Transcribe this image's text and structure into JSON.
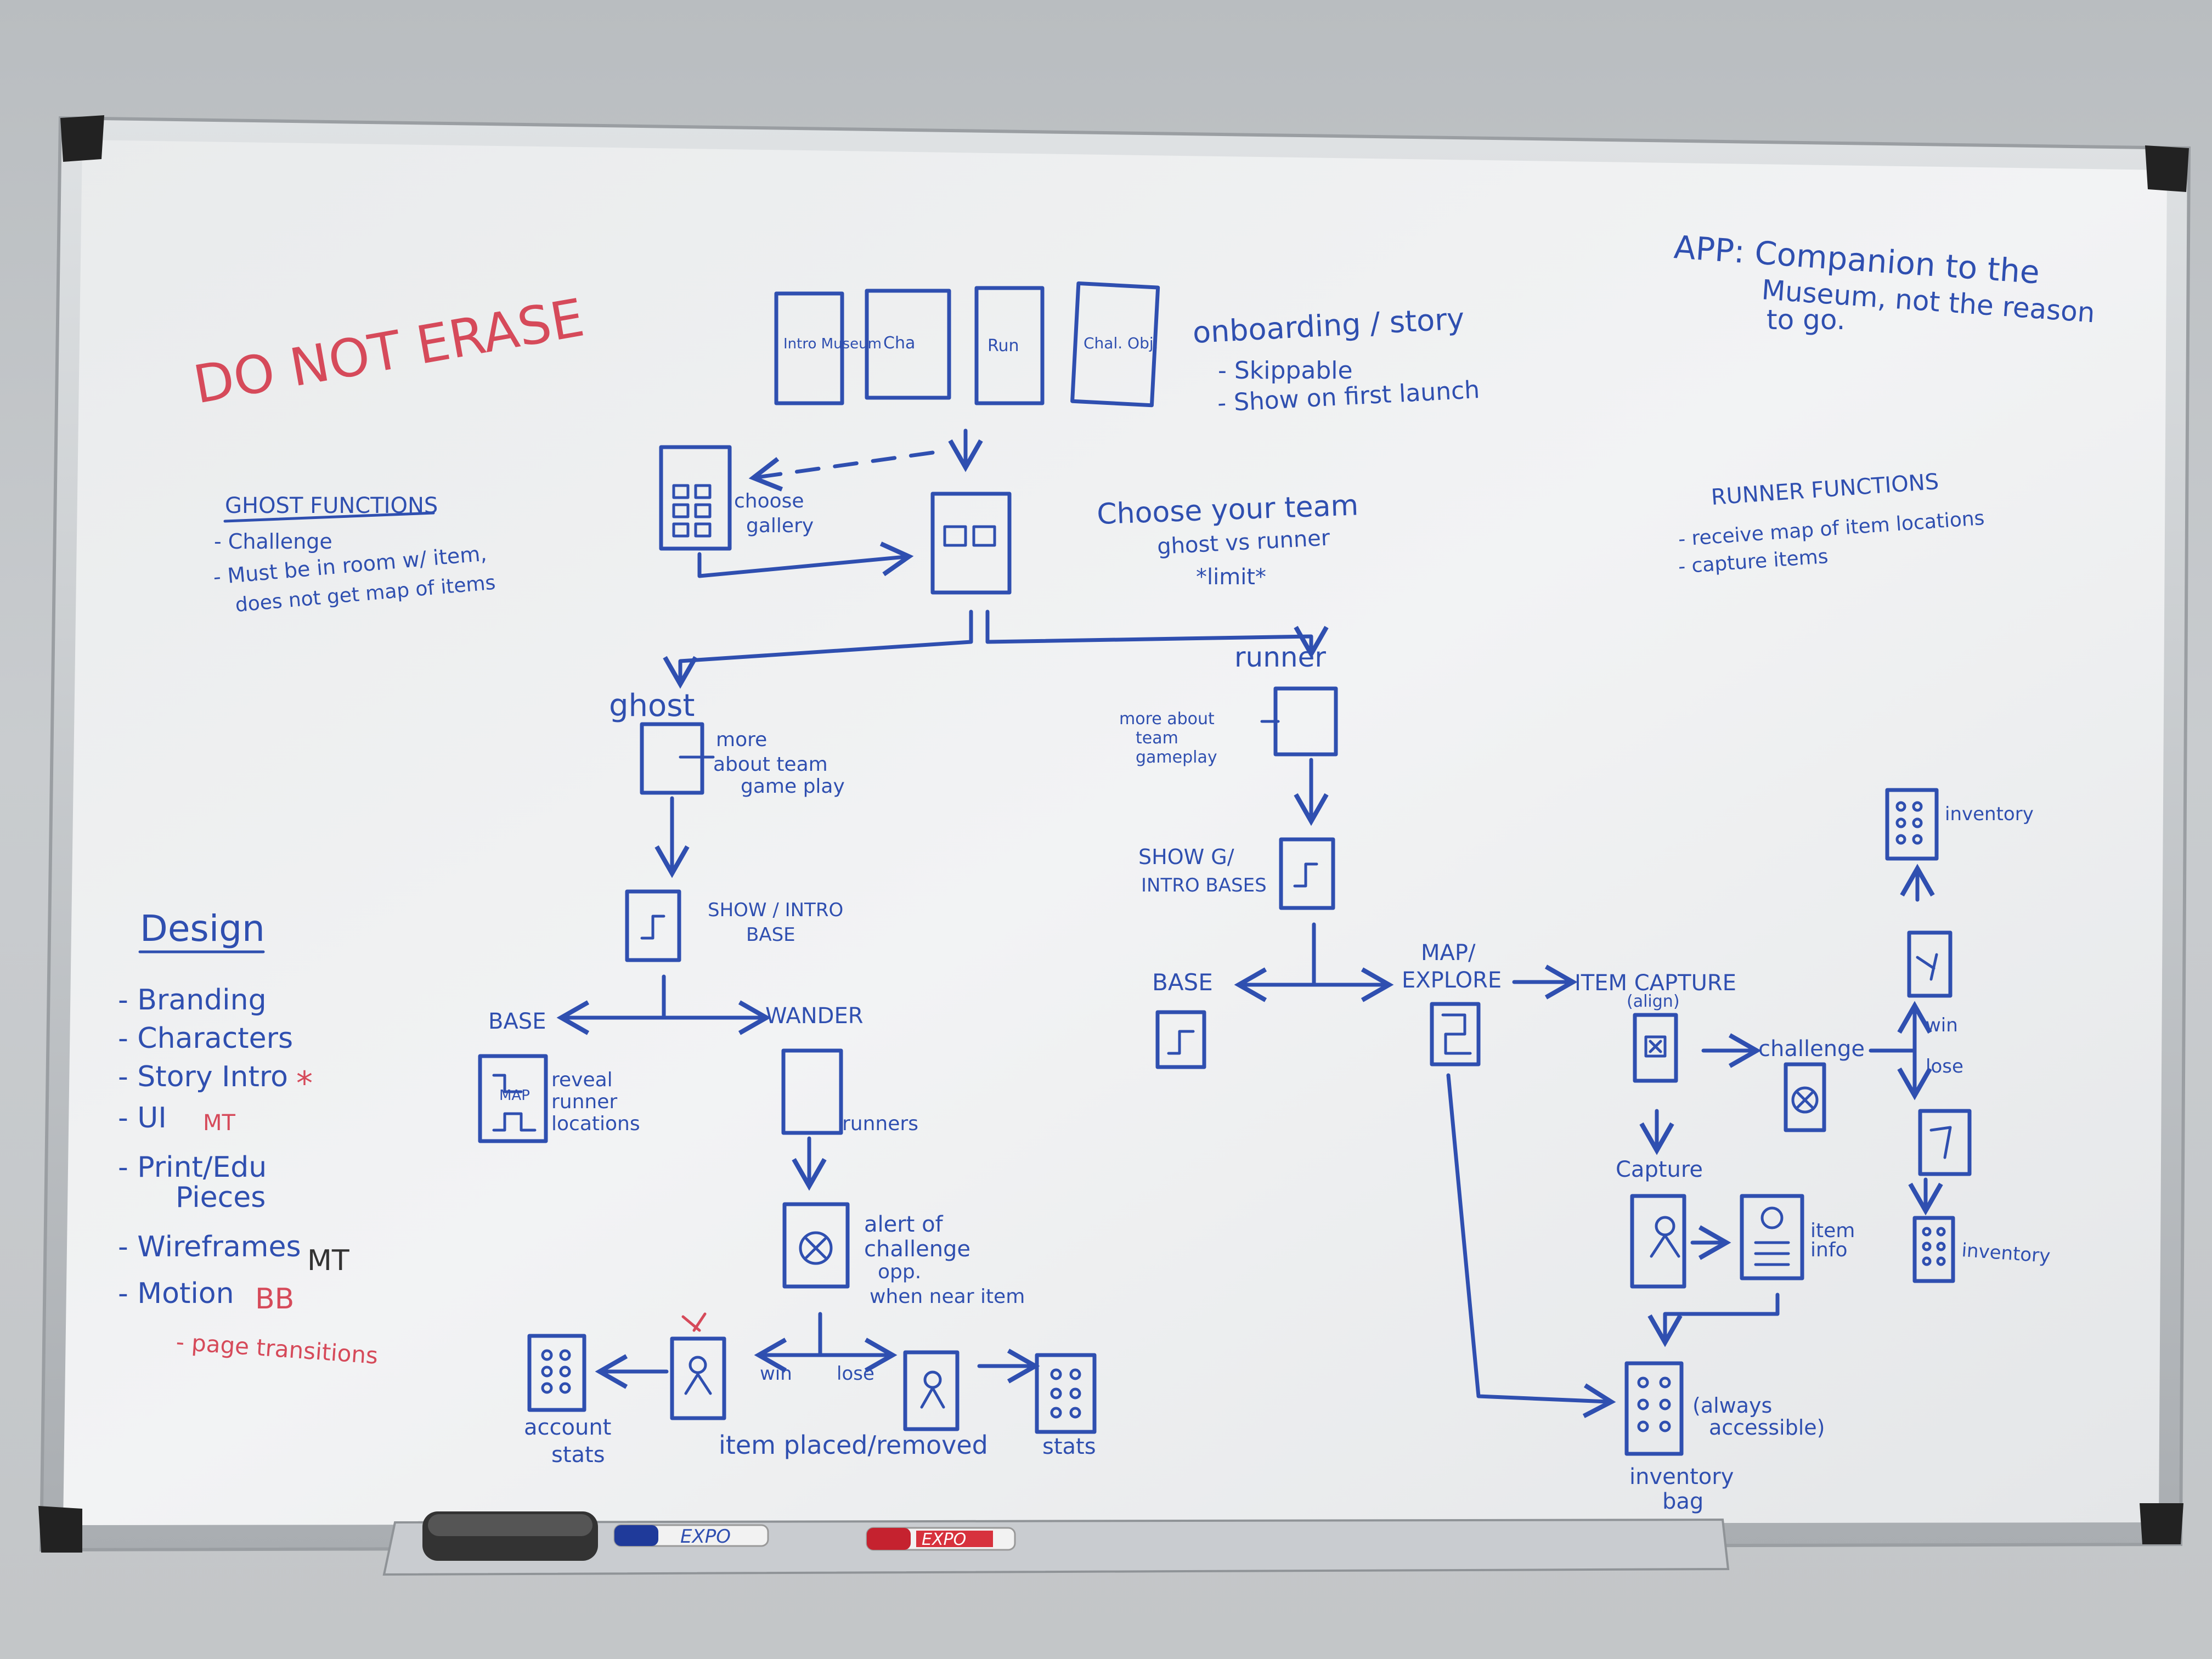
{
  "notes": {
    "do_not_erase": "DO NOT ERASE",
    "app_line1": "APP: Companion to the",
    "app_line2": "Museum, not the reason",
    "app_line3": "to go."
  },
  "ghost_functions": {
    "title": "GHOST FUNCTIONS",
    "items": [
      "- Challenge",
      "- Must be in room w/ item,",
      "does not get map of items"
    ]
  },
  "runner_functions": {
    "title": "RUNNER FUNCTIONS",
    "items": [
      "- receive map of item locations",
      "- capture items"
    ]
  },
  "design": {
    "title": "Design",
    "items": [
      "- Branding",
      "- Characters",
      "- Story Intro",
      "- UI",
      "- Print/Edu",
      "Pieces",
      "- Wireframes",
      "- Motion"
    ],
    "tag_star": "*",
    "tag_mt1": "MT",
    "tag_mt2": "MT",
    "tag_bb": "BB",
    "sub": "- page transitions"
  },
  "onboarding": {
    "screens": [
      "Intro Museum",
      "Cha",
      "Run",
      "Chal. Obj."
    ],
    "title": "onboarding / story",
    "sub1": "- Skippable",
    "sub2": "- Show on first launch"
  },
  "gallery": {
    "label1": "choose",
    "label2": "gallery"
  },
  "team": {
    "title": "Choose your team",
    "sub": "ghost vs runner",
    "limit": "*limit*"
  },
  "ghost_flow": {
    "title": "ghost",
    "more1": "more",
    "more2": "about team",
    "more3": "game play",
    "show1": "SHOW / INTRO",
    "show2": "BASE",
    "base": "BASE",
    "wander": "WANDER",
    "map_label": "MAP",
    "reveal1": "reveal",
    "reveal2": "runner",
    "reveal3": "locations",
    "runners": "runners",
    "alert1": "alert of",
    "alert2": "challenge",
    "alert3": "opp.",
    "alert4": "when near item",
    "win": "win",
    "lose": "lose",
    "account1": "account",
    "account2": "stats",
    "placed": "item placed/removed",
    "stats": "stats"
  },
  "runner_flow": {
    "title": "runner",
    "more1": "more about",
    "more2": "team",
    "more3": "gameplay",
    "show1": "SHOW G/",
    "show2": "INTRO BASES",
    "base": "BASE",
    "map1": "MAP/",
    "map2": "EXPLORE",
    "capture_title": "ITEM CAPTURE",
    "align": "(align)",
    "challenge": "challenge",
    "win": "win",
    "lose": "lose",
    "inventory_top": "inventory",
    "inventory_mid": "inventory",
    "capture": "Capture",
    "item_info1": "item",
    "item_info2": "info",
    "bag1": "inventory",
    "bag2": "bag",
    "always1": "(always",
    "always2": "accessible)"
  },
  "markers": {
    "blue_brand": "EXPO",
    "red_brand": "EXPO"
  }
}
